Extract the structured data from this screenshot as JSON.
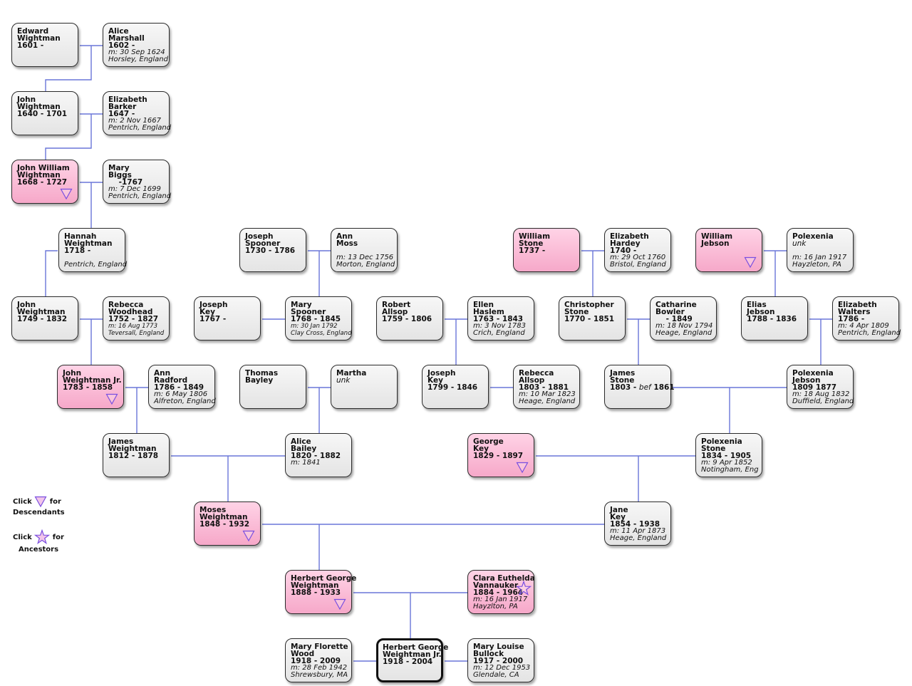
{
  "people": {
    "edward": {
      "name": "Edward\nWightman",
      "dates": "1601 -"
    },
    "alice_m": {
      "name": "Alice\nMarshall",
      "dates": "1602 -",
      "marriage": "m: 30 Sep 1624",
      "place": "Horsley, England"
    },
    "john1": {
      "name": "John\nWightman",
      "dates": "1640 - 1701"
    },
    "eliz_b": {
      "name": "Elizabeth\nBarker",
      "dates": "1647 -",
      "marriage": "m: 2 Nov 1667",
      "place": "Pentrich, England"
    },
    "johnw": {
      "name": "John William\nWightman",
      "dates": "1668 - 1727"
    },
    "mary_b": {
      "name": "Mary\nBiggs",
      "dates": "    -1767",
      "marriage": "m: 7 Dec 1699",
      "place": "Pentrich, England"
    },
    "hannah": {
      "name": "Hannah\nWeightman",
      "dates": "1718 -",
      "place": "Pentrich, England"
    },
    "john2": {
      "name": "John\nWeightman",
      "dates": "1749 - 1832"
    },
    "rebecca_w": {
      "name": "Rebecca\nWoodhead",
      "dates": "1752 - 1827",
      "marriage": "m: 16 Aug 1773",
      "place": "Teversall, England"
    },
    "johnjr": {
      "name": "John\nWeightman Jr.",
      "dates": "1783 - 1858"
    },
    "ann_r": {
      "name": "Ann\nRadford",
      "dates": "1786 - 1849",
      "marriage": "m: 6 May 1806",
      "place": "Alfreton, England"
    },
    "james_w": {
      "name": "James\nWeightman",
      "dates": "1812 - 1878"
    },
    "moses": {
      "name": "Moses\nWeightman",
      "dates": "1848 - 1932"
    },
    "herbert": {
      "name": "Herbert George\nWeightman",
      "dates": "1888 - 1933"
    },
    "joseph_s": {
      "name": "Joseph\nSpooner",
      "dates": "1730 - 1786"
    },
    "ann_m": {
      "name": "Ann\nMoss",
      "marriage": "m: 13 Dec 1756",
      "place": "Morton, England"
    },
    "joseph_k1": {
      "name": "Joseph\nKey",
      "dates": "1767 -"
    },
    "mary_s": {
      "name": "Mary\nSpooner",
      "dates": "1768 - 1845",
      "marriage": "m: 30 Jan 1792",
      "place": "Clay Cross, England"
    },
    "thomas": {
      "name": "Thomas\nBayley"
    },
    "martha": {
      "name": "Martha",
      "unk": "unk"
    },
    "alice_b": {
      "name": "Alice\nBailey",
      "dates": "1820 - 1882",
      "marriage": "m: 1841"
    },
    "robert": {
      "name": "Robert\nAllsop",
      "dates": "1759 - 1806"
    },
    "ellen": {
      "name": "Ellen\nHaslem",
      "dates": "1763 - 1843",
      "marriage": "m: 3 Nov 1783",
      "place": "Crich, England"
    },
    "joseph_k2": {
      "name": "Joseph\nKey",
      "dates": "1799 - 1846"
    },
    "rebecca_a": {
      "name": "Rebecca\nAllsop",
      "dates": "1803 - 1881",
      "marriage": "m: 10 Mar 1823",
      "place": "Heage, England"
    },
    "george": {
      "name": "George\nKey",
      "dates": "1829 - 1897"
    },
    "william_s": {
      "name": "William\nStone",
      "dates": "1737 -"
    },
    "eliz_h": {
      "name": "Elizabeth\nHardey",
      "dates": "1740 -",
      "marriage": "m: 29 Oct 1760",
      "place": "Bristol, England"
    },
    "christopher": {
      "name": "Christopher\nStone",
      "dates": "1770 - 1851"
    },
    "catharine": {
      "name": "Catharine\nBowler",
      "dates": "    - 1849",
      "marriage": "m: 18 Nov 1794",
      "place": "Heage, England"
    },
    "james_s": {
      "name": "James\nStone",
      "dates_a": "1803 - ",
      "dates_b": "bef",
      "dates_c": " 1861"
    },
    "william_j": {
      "name": "William\nJebson"
    },
    "polex1": {
      "name": "Polexenia",
      "unk": "unk",
      "marriage": "m: 16 Jan 1917",
      "place": "Hayzleton, PA"
    },
    "elias": {
      "name": "Elias\nJebson",
      "dates": "1788 - 1836"
    },
    "eliz_w": {
      "name": "Elizabeth\nWalters",
      "dates": "1786 -",
      "marriage": "m: 4 Apr 1809",
      "place": "Pentrich, England"
    },
    "polex_j": {
      "name": "Polexenia\nJebson",
      "dates": "1809 1877",
      "marriage": "m: 18 Aug 1832",
      "place": "Duffield, England"
    },
    "polex_s": {
      "name": "Polexenia\nStone",
      "dates": "1834 - 1905",
      "marriage": "m: 9 Apr 1852",
      "place": "Notingham, Eng"
    },
    "jane": {
      "name": "Jane\nKey",
      "dates": "1854 - 1938",
      "marriage": "m: 11 Apr 1873",
      "place": "Heage, England"
    },
    "clara": {
      "name": "Clara Euthelda\nVannauker",
      "dates": "1884 - 1964",
      "marriage": "m: 16 Jan 1917",
      "place": "Hayzlton, PA"
    },
    "mary_fw": {
      "name": "Mary Florette\nWood",
      "dates": "1918 - 2009",
      "marriage": "m: 28 Feb 1942",
      "place": "Shrewsbury, MA"
    },
    "herbert_jr": {
      "name": "Herbert George\nWeightman Jr.",
      "dates": "1918 - 2004"
    },
    "mary_lb": {
      "name": "Mary Louise\nBullock",
      "dates": "1917 - 2000",
      "marriage": "m: 12 Dec 1953",
      "place": "Glendale, CA"
    }
  },
  "legend": {
    "click1": "Click",
    "for1": "for",
    "desc": "Descendants",
    "click2": "Click",
    "for2": "for",
    "anc": "Ancestors"
  },
  "colors": {
    "line": "#6a76d8",
    "pink": "#f6a8c9",
    "gray": "#e6e6e6",
    "icon": "#7a4fe0"
  }
}
